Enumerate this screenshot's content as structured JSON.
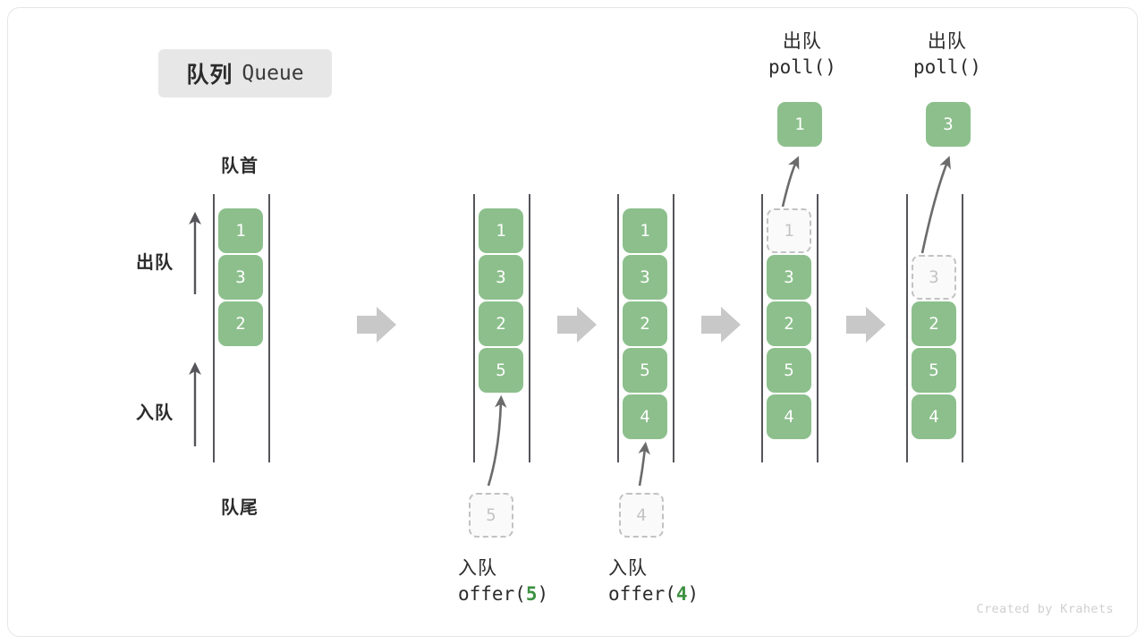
{
  "title": {
    "cn": "队列",
    "en": "Queue"
  },
  "axis_labels": {
    "front": "队首",
    "rear": "队尾",
    "dequeue": "出队",
    "enqueue": "入队"
  },
  "credit": "Created by Krahets",
  "colors": {
    "element_fill": "#8cbf8c",
    "element_text": "#ffffff",
    "ghost_fill": "#fafafa",
    "ghost_border": "#c2c2c2",
    "ghost_text": "#c4c4c4",
    "rail": "#55555a",
    "step_arrow": "#c8c8c8",
    "accent_arg": "#3d9140",
    "badge_bg": "#e7e7e7"
  },
  "steps": [
    {
      "id": "initial",
      "slots": [
        {
          "value": "1",
          "state": "filled"
        },
        {
          "value": "3",
          "state": "filled"
        },
        {
          "value": "2",
          "state": "filled"
        }
      ]
    },
    {
      "id": "offer-5",
      "slots": [
        {
          "value": "1",
          "state": "filled"
        },
        {
          "value": "3",
          "state": "filled"
        },
        {
          "value": "2",
          "state": "filled"
        },
        {
          "value": "5",
          "state": "filled"
        }
      ],
      "incoming": {
        "value": "5",
        "state": "ghost"
      },
      "caption": {
        "cn": "入队",
        "fn": "offer(",
        "arg": "5",
        "close": ")"
      }
    },
    {
      "id": "offer-4",
      "slots": [
        {
          "value": "1",
          "state": "filled"
        },
        {
          "value": "3",
          "state": "filled"
        },
        {
          "value": "2",
          "state": "filled"
        },
        {
          "value": "5",
          "state": "filled"
        },
        {
          "value": "4",
          "state": "filled"
        }
      ],
      "incoming": {
        "value": "4",
        "state": "ghost"
      },
      "caption": {
        "cn": "入队",
        "fn": "offer(",
        "arg": "4",
        "close": ")"
      }
    },
    {
      "id": "poll-1",
      "slots": [
        {
          "value": "1",
          "state": "ghost"
        },
        {
          "value": "3",
          "state": "filled"
        },
        {
          "value": "2",
          "state": "filled"
        },
        {
          "value": "5",
          "state": "filled"
        },
        {
          "value": "4",
          "state": "filled"
        }
      ],
      "outgoing": {
        "value": "1",
        "state": "filled"
      },
      "caption": {
        "cn": "出队",
        "fn": "poll()"
      }
    },
    {
      "id": "poll-3",
      "slots": [
        {
          "value": "",
          "state": "empty"
        },
        {
          "value": "3",
          "state": "ghost"
        },
        {
          "value": "2",
          "state": "filled"
        },
        {
          "value": "5",
          "state": "filled"
        },
        {
          "value": "4",
          "state": "filled"
        }
      ],
      "outgoing": {
        "value": "3",
        "state": "filled"
      },
      "caption": {
        "cn": "出队",
        "fn": "poll()"
      }
    }
  ]
}
